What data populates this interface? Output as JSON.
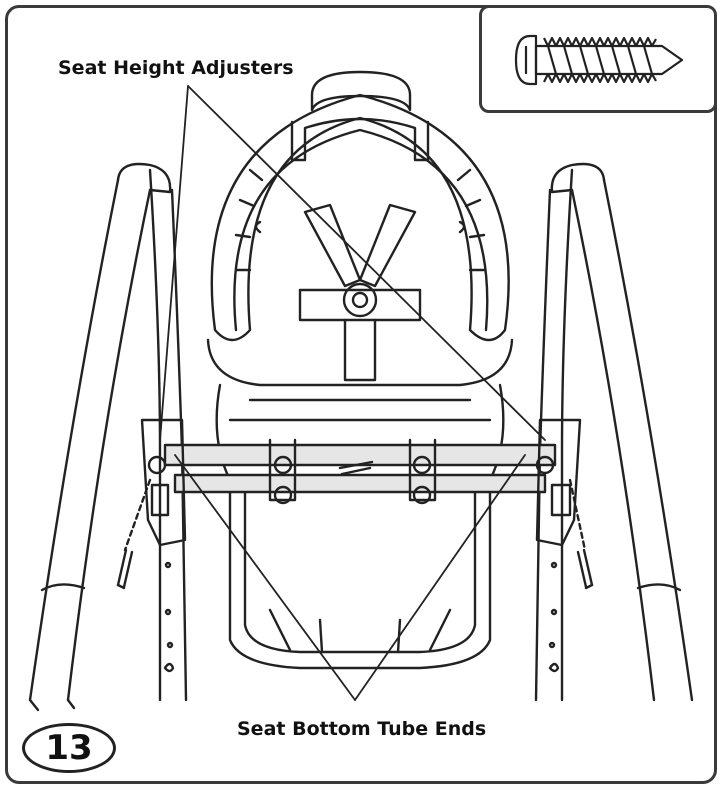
{
  "step": {
    "number": "13"
  },
  "callouts": {
    "seat_height_adjusters": "Seat Height Adjusters",
    "seat_bottom_tube_ends": "Seat Bottom Tube Ends"
  },
  "inset": {
    "part_icon": "screw-icon"
  },
  "colors": {
    "line": "#222222",
    "frame_border": "#3a3a3a",
    "tube_fill": "#e6e6e6",
    "background": "#ffffff"
  }
}
